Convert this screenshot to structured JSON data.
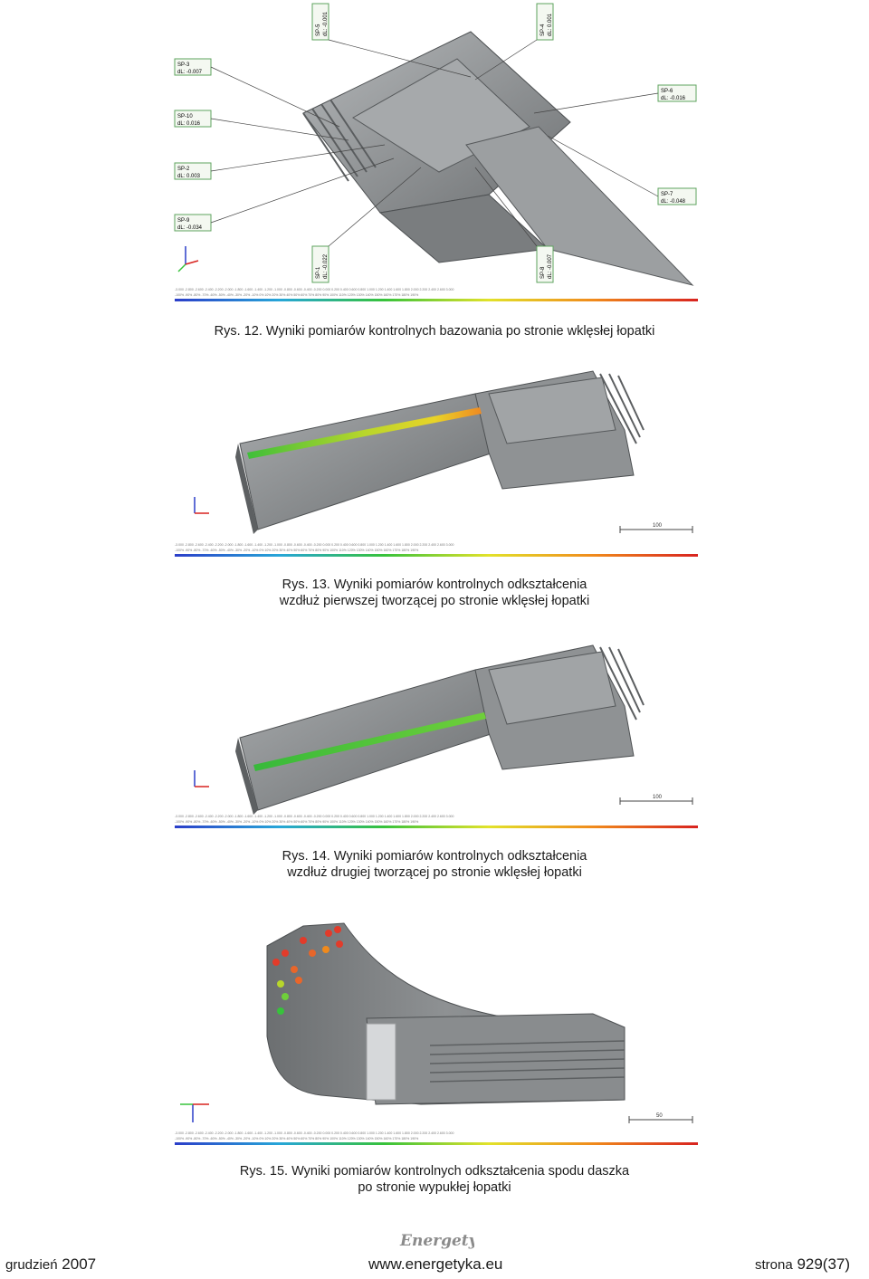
{
  "figures": {
    "fig12": {
      "caption": "Rys. 12. Wyniki pomiarów kontrolnych bazowania po stronie wklęsłej łopatki",
      "callouts": [
        {
          "id": "SP-3",
          "value": "dL: -0.007"
        },
        {
          "id": "SP-10",
          "value": "dL: 0.016"
        },
        {
          "id": "SP-2",
          "value": "dL: 0.003"
        },
        {
          "id": "SP-9",
          "value": "dL: -0.034"
        },
        {
          "id": "SP-5",
          "value": "dL: -0.001"
        },
        {
          "id": "SP-4",
          "value": "dL: 0.001"
        },
        {
          "id": "SP-6",
          "value": "dL: -0.016"
        },
        {
          "id": "SP-7",
          "value": "dL: -0.048"
        },
        {
          "id": "SP-1",
          "value": "dL: -0.022"
        },
        {
          "id": "SP-8",
          "value": "dL: -0.007"
        }
      ]
    },
    "fig13": {
      "caption_line1": "Rys. 13. Wyniki pomiarów kontrolnych odkształcenia",
      "caption_line2": "wzdłuż pierwszej tworzącej po stronie wklęsłej łopatki",
      "scale_label": "100"
    },
    "fig14": {
      "caption_line1": "Rys. 14. Wyniki pomiarów kontrolnych odkształcenia",
      "caption_line2": "wzdłuż drugiej tworzącej po stronie wklęsłej łopatki",
      "scale_label": "100"
    },
    "fig15": {
      "caption_line1": "Rys. 15. Wyniki pomiarów kontrolnych odkształcenia spodu daszka",
      "caption_line2": "po stronie wypukłej łopatki",
      "scale_label": "50"
    }
  },
  "footer": {
    "month": "grudzień",
    "year": "2007",
    "website": "www.energetyka.eu",
    "page_prefix": "strona",
    "page_number": "929(37)",
    "logo_text": "Energetyka"
  },
  "colors": {
    "metal_dark": "#5f6263",
    "metal": "#8d9092",
    "metal_light": "#b9bcbe",
    "callout_border": "#5ea35e",
    "callout_fill": "#f4f8f1"
  }
}
